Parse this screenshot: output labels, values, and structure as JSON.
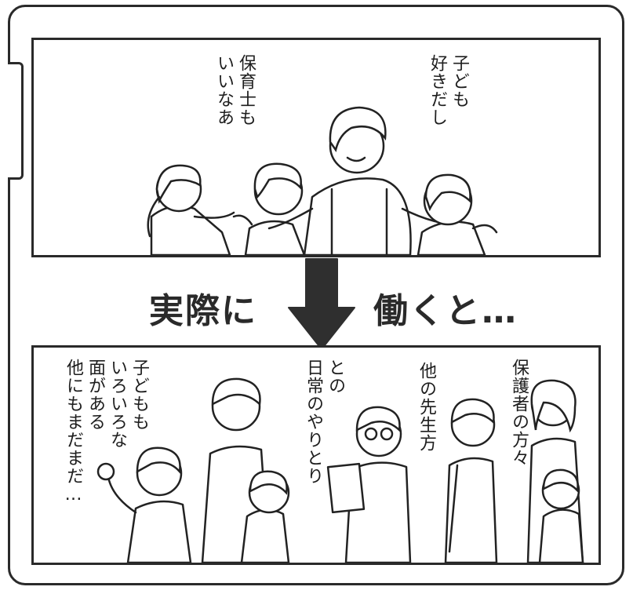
{
  "top_panel": {
    "caption_left": [
      "保育士も",
      "いいなあ"
    ],
    "caption_right": [
      "子ども",
      "好きだし"
    ]
  },
  "transition": {
    "left_text": "実際に",
    "right_text": "働くと…"
  },
  "bottom_panel": {
    "caption_children": [
      "子どもも",
      "いろいろな",
      "面がある",
      "他にもまだまだ…"
    ],
    "caption_daily": [
      "との",
      "日常のやりとり"
    ],
    "caption_teachers": [
      "他の先生方"
    ],
    "caption_parents": [
      "保護者の方々"
    ]
  },
  "colors": {
    "ink": "#222222",
    "paper": "#ffffff",
    "arrow": "#2f2f2f"
  }
}
